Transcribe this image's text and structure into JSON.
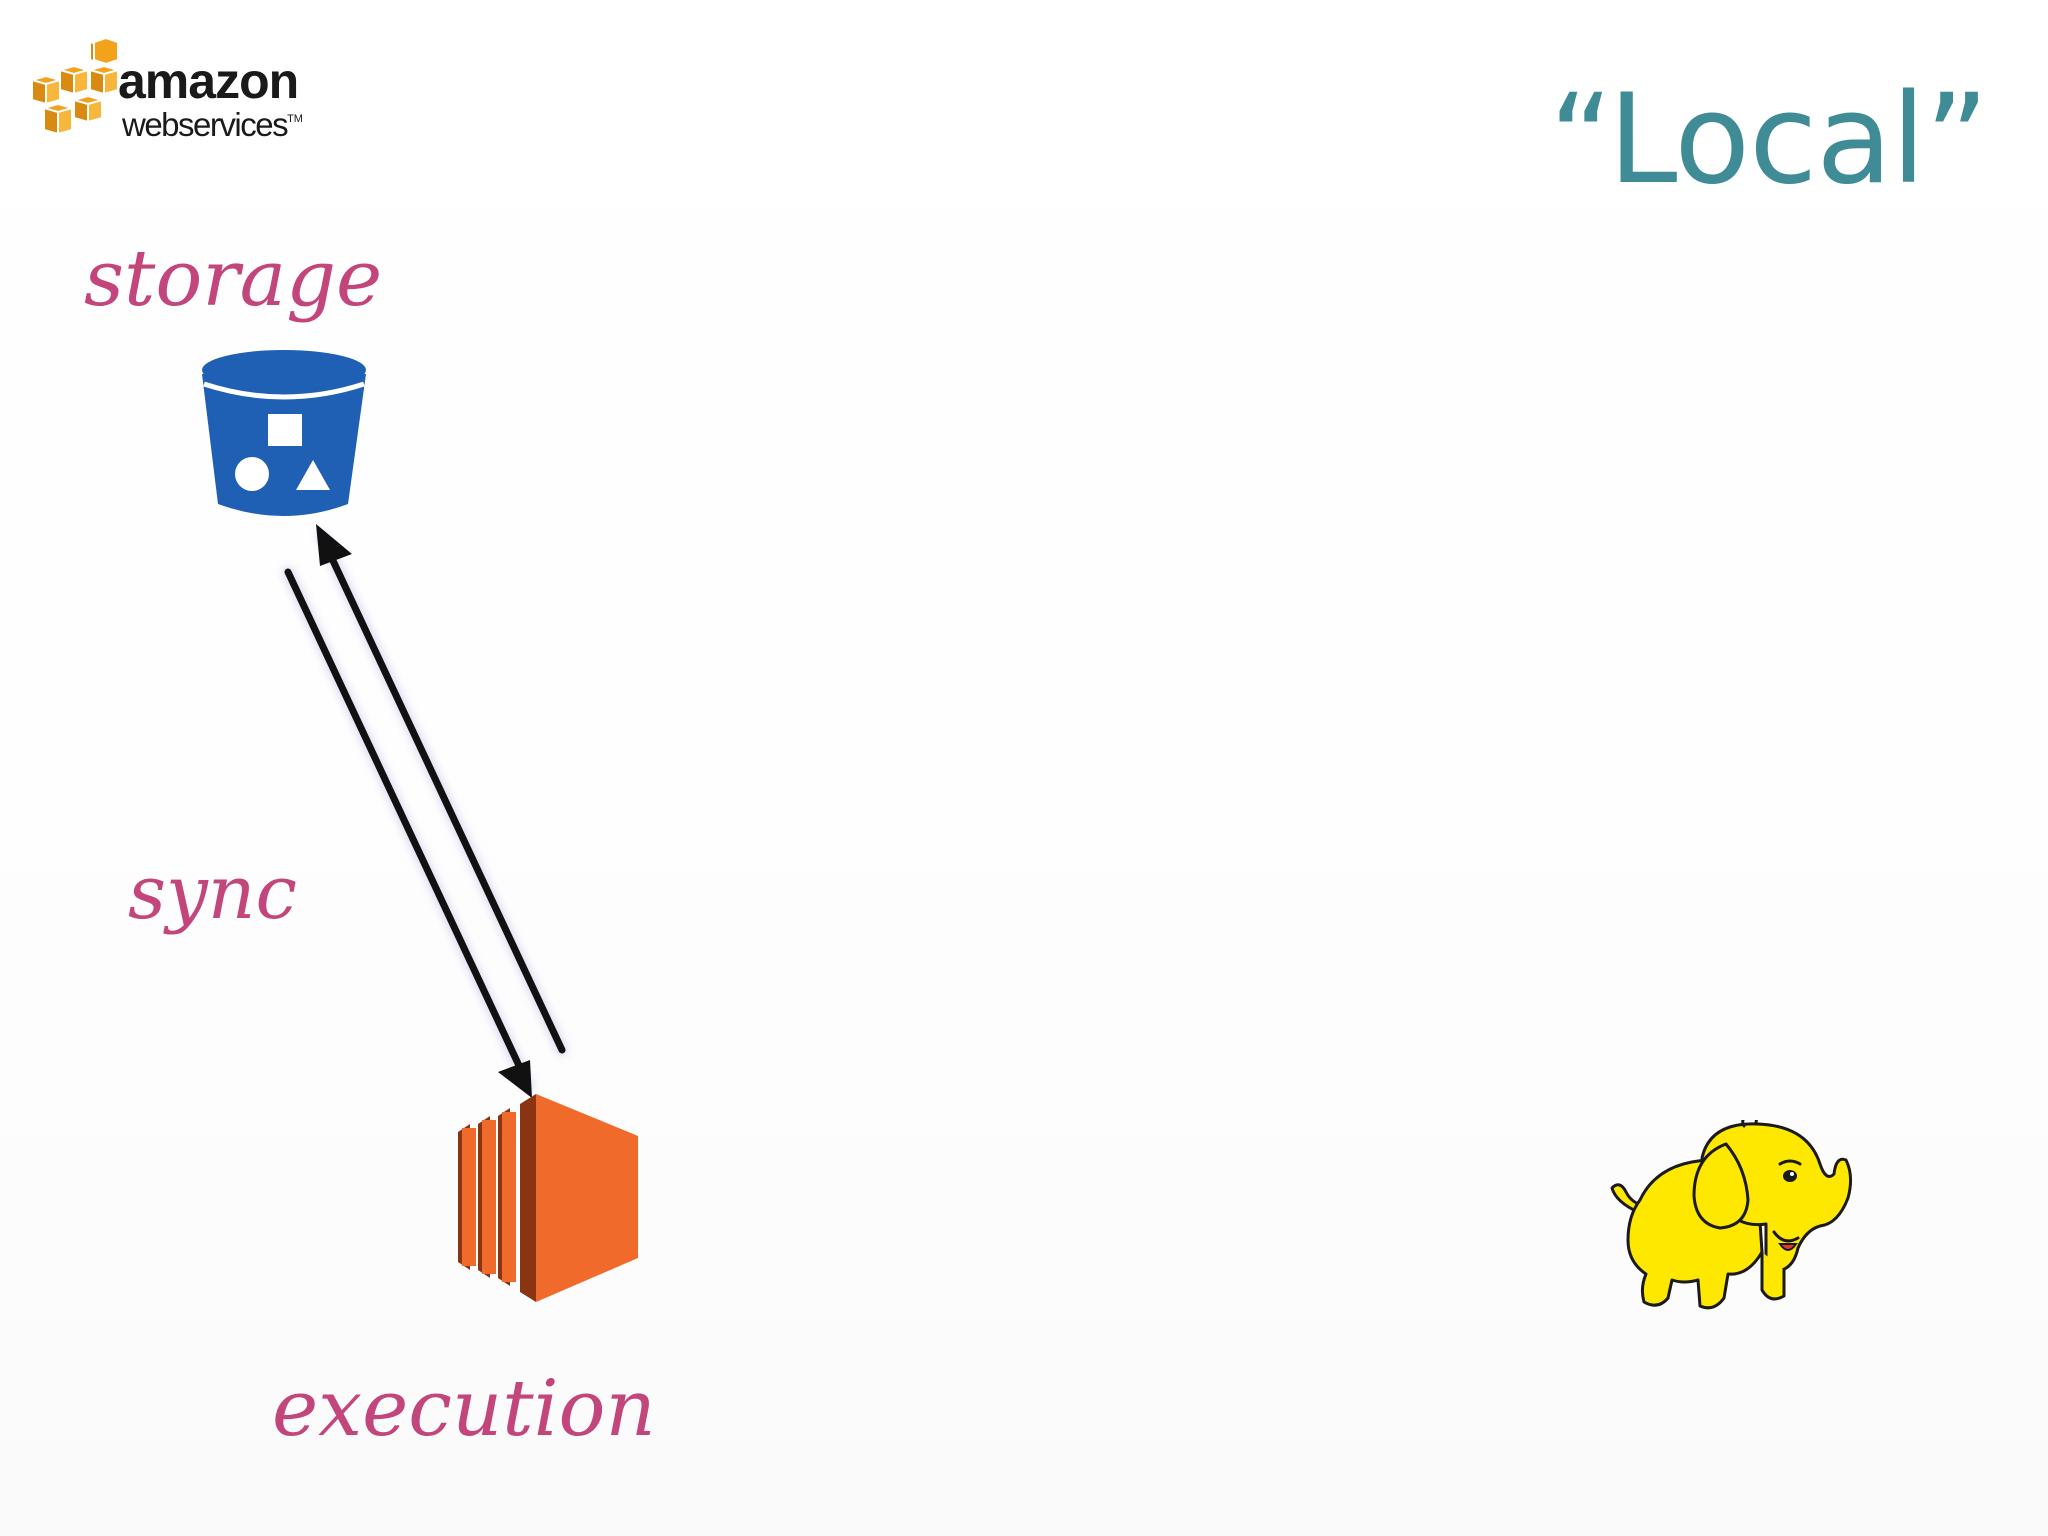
{
  "logo": {
    "word_amazon": "amazon",
    "word_webservices": "webservices",
    "trademark": "TM",
    "cube_color": "#f5a623"
  },
  "title": "“Local”",
  "labels": {
    "storage": "storage",
    "sync": "sync",
    "execution": "execution"
  },
  "colors": {
    "title": "#3f8c96",
    "label": "#c2457c",
    "bucket": "#1f5fb4",
    "compute_front": "#f06a2b",
    "compute_dark": "#8a3412",
    "elephant": "#ffe800",
    "arrow": "#111111"
  },
  "icons": {
    "bucket": "s3-bucket-icon",
    "compute": "ec2-instance-icon",
    "elephant": "hadoop-elephant-icon",
    "arrows": "bidirectional-sync-arrows"
  }
}
